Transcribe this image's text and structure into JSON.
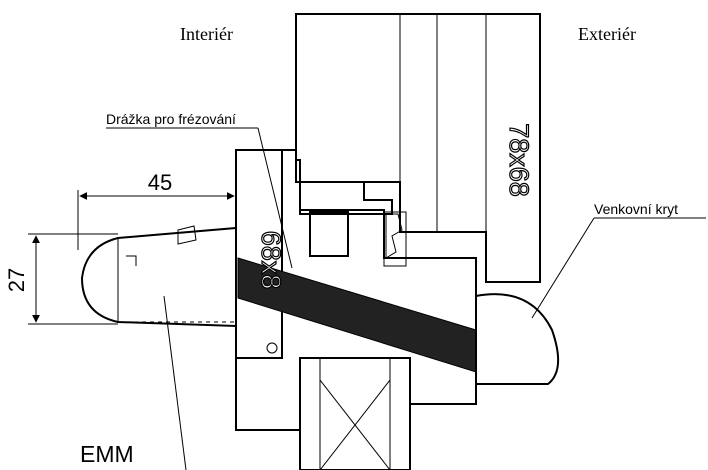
{
  "labels": {
    "interior": "Interiér",
    "exterior": "Exteriér",
    "groove": "Drážka pro frézování",
    "outer_cover": "Venkovní kryt",
    "emm": "EMM",
    "dim_width": "45",
    "dim_height": "27",
    "stamp_upper": "78x68",
    "stamp_lower": "68x8"
  },
  "colors": {
    "line": "#000000",
    "background": "#ffffff"
  }
}
